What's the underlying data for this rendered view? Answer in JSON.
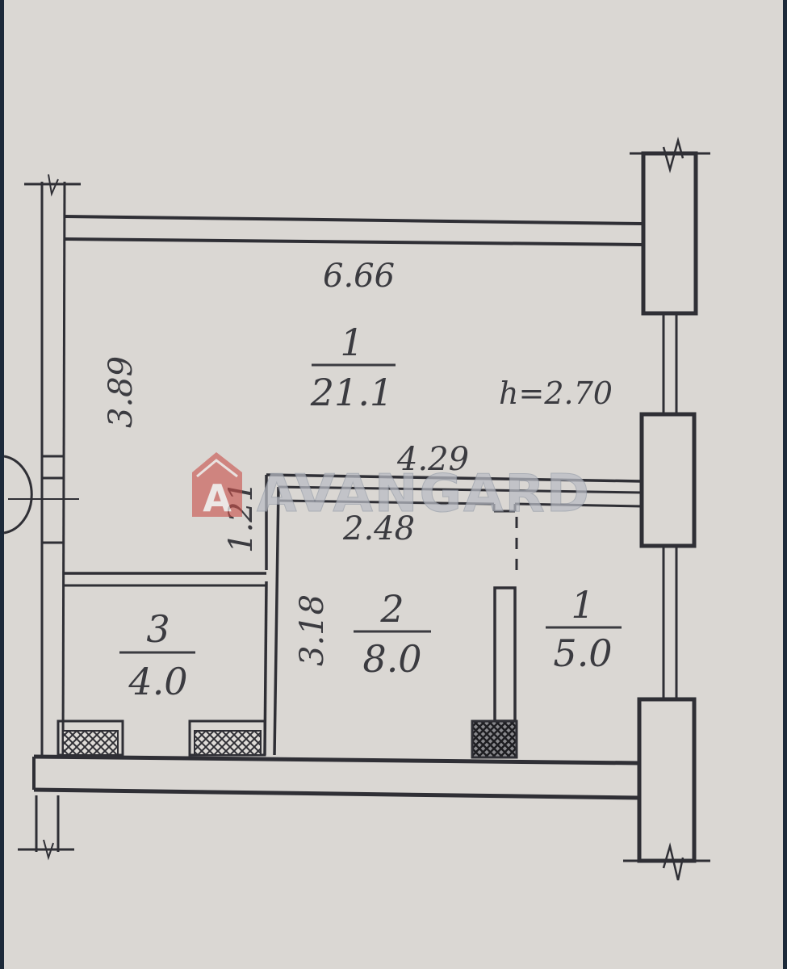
{
  "plan": {
    "dimensions": {
      "top_width": "6.66",
      "left_height": "3.89",
      "ceiling_height": "h=2.70",
      "upper_partition_width": "4.29",
      "short_wall": "1.21",
      "room2_width": "2.48",
      "room2_height": "3.18"
    },
    "rooms": [
      {
        "number": "1",
        "area": "21.1"
      },
      {
        "number": "2",
        "area": "8.0"
      },
      {
        "number": "3",
        "area": "4.0"
      },
      {
        "number": "1",
        "area": "5.0"
      }
    ]
  },
  "watermark": {
    "text": "AVANGARD",
    "logo_letter": "A",
    "color": "#c8504a"
  },
  "colors": {
    "paper": "#dedbd7",
    "ink": "#2f2f35",
    "frame": "#1d2a3a"
  }
}
